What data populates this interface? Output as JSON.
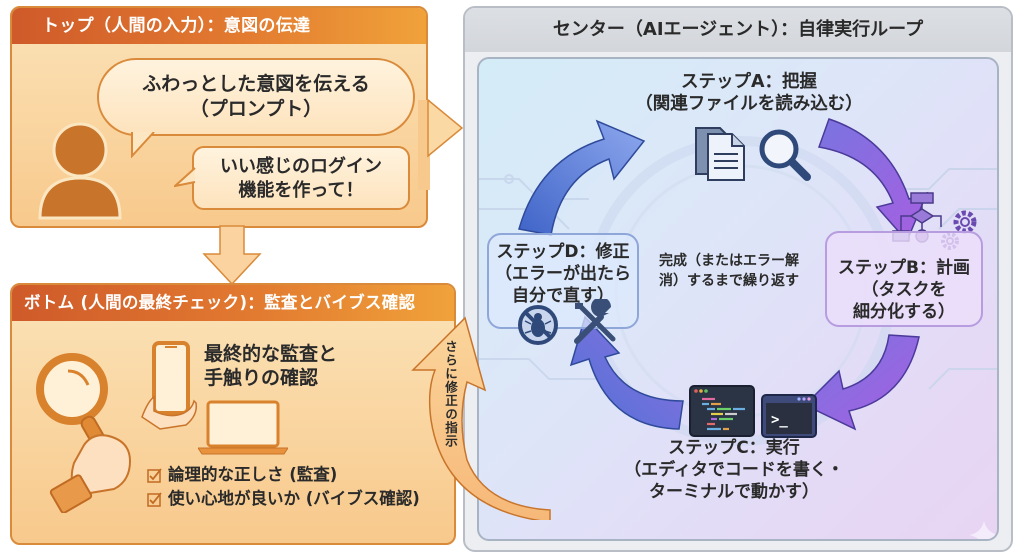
{
  "top_panel": {
    "title": "トップ（人間の入力）：意図の伝達",
    "bubble1_line1": "ふわっとした意図を伝える",
    "bubble1_line2": "（プロンプト）",
    "bubble2_line1": "いい感じのログイン",
    "bubble2_line2": "機能を作って！",
    "icon": "user-avatar-icon"
  },
  "bottom_panel": {
    "title": "ボトム (人間の最終チェック)：監査とバイブス確認",
    "final_line1": "最終的な監査と",
    "final_line2": "手触りの確認",
    "checks": [
      "論理的な正しさ (監査)",
      "使い心地が良いか (バイブス確認)"
    ],
    "icons": [
      "magnifier-hand-icon",
      "smartphone-hand-icon",
      "laptop-icon",
      "checkbox-icon"
    ]
  },
  "side_arrow": {
    "label": "さらに修正の指示"
  },
  "center_panel": {
    "title": "センター（AIエージェント）：自律実行ループ",
    "loop_note_line1": "完成（またはエラー解",
    "loop_note_line2": "消）するまで繰り返す",
    "steps": {
      "A": {
        "line1": "ステップA：把握",
        "line2": "（関連ファイルを読み込む）",
        "icons": [
          "documents-icon",
          "magnifier-icon"
        ]
      },
      "B": {
        "line1": "ステップB：計画",
        "line2": "（タスクを",
        "line3": "細分化する）",
        "icons": [
          "flowchart-icon",
          "gears-icon"
        ]
      },
      "C": {
        "line1": "ステップC：実行",
        "line2": "（エディタでコードを書く・",
        "line3": "ターミナルで動かす）",
        "icons": [
          "code-editor-icon",
          "terminal-icon"
        ],
        "terminal_prompt": ">_"
      },
      "D": {
        "line1": "ステップD：修正",
        "line2": "（エラーが出たら",
        "line3": "自分で直す）",
        "icons": [
          "no-bug-icon",
          "tools-icon"
        ]
      }
    }
  },
  "colors": {
    "orange_header": "#e27a30",
    "orange_border": "#d98a3a",
    "orange_fill": "#f8c98c",
    "blue_arrow": "#5f7fd8",
    "purple_arrow": "#9a6ae0",
    "center_bg": "#dde6f8"
  }
}
